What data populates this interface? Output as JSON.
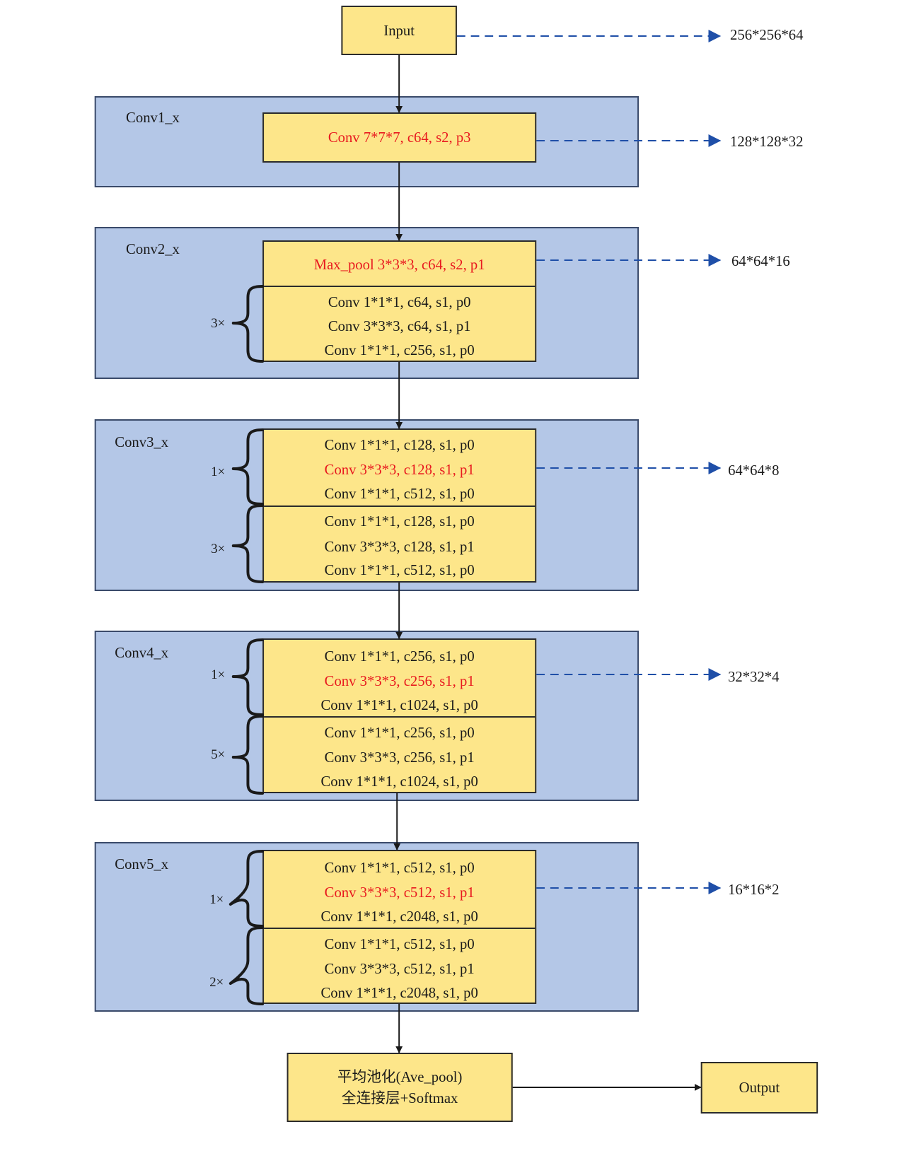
{
  "input_label": "Input",
  "output_label": "Output",
  "dims": [
    "256*256*64",
    "128*128*32",
    "64*64*16",
    "64*64*8",
    "32*32*4",
    "16*16*2"
  ],
  "stages": {
    "conv1": {
      "label": "Conv1_x",
      "rows": [
        "Conv 7*7*7, c64, s2, p3"
      ]
    },
    "conv2": {
      "label": "Conv2_x",
      "pool": "Max_pool 3*3*3, c64, s2, p1",
      "repeat": "3×",
      "rows": [
        "Conv 1*1*1, c64, s1, p0",
        "Conv 3*3*3, c64, s1, p1",
        "Conv 1*1*1, c256, s1, p0"
      ]
    },
    "conv3": {
      "label": "Conv3_x",
      "blocks": [
        {
          "repeat": "1×",
          "rows": [
            "Conv 1*1*1, c128, s1, p0",
            "Conv 3*3*3, c128, s1, p1",
            "Conv 1*1*1, c512, s1, p0"
          ]
        },
        {
          "repeat": "3×",
          "rows": [
            "Conv 1*1*1, c128, s1, p0",
            "Conv 3*3*3, c128, s1, p1",
            "Conv 1*1*1, c512, s1, p0"
          ]
        }
      ]
    },
    "conv4": {
      "label": "Conv4_x",
      "blocks": [
        {
          "repeat": "1×",
          "rows": [
            "Conv 1*1*1, c256, s1, p0",
            "Conv 3*3*3, c256, s1, p1",
            "Conv 1*1*1, c1024, s1, p0"
          ]
        },
        {
          "repeat": "5×",
          "rows": [
            "Conv 1*1*1, c256, s1, p0",
            "Conv 3*3*3, c256, s1, p1",
            "Conv 1*1*1, c1024, s1, p0"
          ]
        }
      ]
    },
    "conv5": {
      "label": "Conv5_x",
      "blocks": [
        {
          "repeat": "1×",
          "rows": [
            "Conv 1*1*1, c512, s1, p0",
            "Conv 3*3*3, c512, s1, p1",
            "Conv 1*1*1, c2048, s1, p0"
          ]
        },
        {
          "repeat": "2×",
          "rows": [
            "Conv 1*1*1, c512, s1, p0",
            "Conv 3*3*3, c512, s1, p1",
            "Conv 1*1*1, c2048, s1, p0"
          ]
        }
      ]
    }
  },
  "head": {
    "line1": "平均池化(Ave_pool)",
    "line2": "全连接层+Softmax"
  },
  "colors": {
    "group_fill": "#b4c7e7",
    "box_fill": "#fde68a",
    "highlight_text": "#e8191f",
    "dashed_arrow": "#1f4fa8"
  }
}
